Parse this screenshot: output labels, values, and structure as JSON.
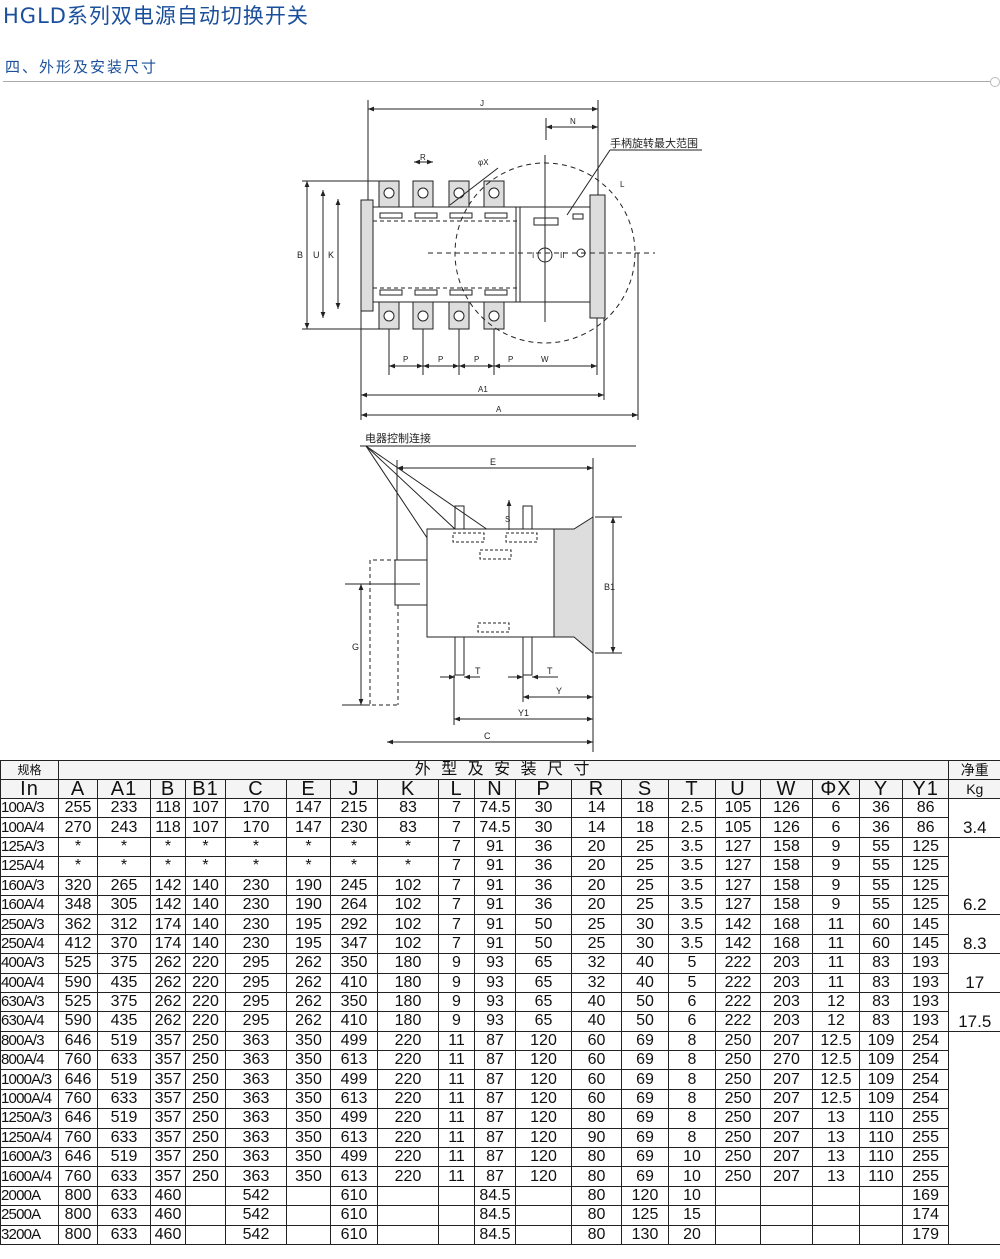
{
  "header": {
    "title": "HGLD系列双电源自动切换开关",
    "section": "四、外形及安装尺寸"
  },
  "drawing": {
    "top_view": {
      "J": "J",
      "N": "N",
      "R": "R",
      "phiX": "φX",
      "handle_label": "手柄旋转最大范围",
      "L": "L",
      "B": "B",
      "U": "U",
      "K": "K",
      "P": "P",
      "W": "W",
      "A1": "A1",
      "A": "A",
      "pos1": "I",
      "pos2": "II"
    },
    "side_view": {
      "control_label": "电器控制连接",
      "E": "E",
      "S": "S",
      "B1": "B1",
      "G": "G",
      "T": "T",
      "Y": "Y",
      "Y1": "Y1",
      "C": "C"
    }
  },
  "table": {
    "spec_label": "规格",
    "group_label": "外 型 及 安 装 尺 寸",
    "weight_label": "净重",
    "weight_unit": "Kg",
    "columns": [
      "In",
      "A",
      "A1",
      "B",
      "B1",
      "C",
      "E",
      "J",
      "K",
      "L",
      "N",
      "P",
      "R",
      "S",
      "T",
      "U",
      "W",
      "ΦX",
      "Y",
      "Y1"
    ],
    "rows": [
      [
        "100A/3",
        "255",
        "233",
        "118",
        "107",
        "170",
        "147",
        "215",
        "83",
        "7",
        "74.5",
        "30",
        "14",
        "18",
        "2.5",
        "105",
        "126",
        "6",
        "36",
        "86"
      ],
      [
        "100A/4",
        "270",
        "243",
        "118",
        "107",
        "170",
        "147",
        "230",
        "83",
        "7",
        "74.5",
        "30",
        "14",
        "18",
        "2.5",
        "105",
        "126",
        "6",
        "36",
        "86"
      ],
      [
        "125A/3",
        "*",
        "*",
        "*",
        "*",
        "*",
        "*",
        "*",
        "*",
        "7",
        "91",
        "36",
        "20",
        "25",
        "3.5",
        "127",
        "158",
        "9",
        "55",
        "125"
      ],
      [
        "125A/4",
        "*",
        "*",
        "*",
        "*",
        "*",
        "*",
        "*",
        "*",
        "7",
        "91",
        "36",
        "20",
        "25",
        "3.5",
        "127",
        "158",
        "9",
        "55",
        "125"
      ],
      [
        "160A/3",
        "320",
        "265",
        "142",
        "140",
        "230",
        "190",
        "245",
        "102",
        "7",
        "91",
        "36",
        "20",
        "25",
        "3.5",
        "127",
        "158",
        "9",
        "55",
        "125"
      ],
      [
        "160A/4",
        "348",
        "305",
        "142",
        "140",
        "230",
        "190",
        "264",
        "102",
        "7",
        "91",
        "36",
        "20",
        "25",
        "3.5",
        "127",
        "158",
        "9",
        "55",
        "125"
      ],
      [
        "250A/3",
        "362",
        "312",
        "174",
        "140",
        "230",
        "195",
        "292",
        "102",
        "7",
        "91",
        "50",
        "25",
        "30",
        "3.5",
        "142",
        "168",
        "11",
        "60",
        "145"
      ],
      [
        "250A/4",
        "412",
        "370",
        "174",
        "140",
        "230",
        "195",
        "347",
        "102",
        "7",
        "91",
        "50",
        "25",
        "30",
        "3.5",
        "142",
        "168",
        "11",
        "60",
        "145"
      ],
      [
        "400A/3",
        "525",
        "375",
        "262",
        "220",
        "295",
        "262",
        "350",
        "180",
        "9",
        "93",
        "65",
        "32",
        "40",
        "5",
        "222",
        "203",
        "11",
        "83",
        "193"
      ],
      [
        "400A/4",
        "590",
        "435",
        "262",
        "220",
        "295",
        "262",
        "410",
        "180",
        "9",
        "93",
        "65",
        "32",
        "40",
        "5",
        "222",
        "203",
        "11",
        "83",
        "193"
      ],
      [
        "630A/3",
        "525",
        "375",
        "262",
        "220",
        "295",
        "262",
        "350",
        "180",
        "9",
        "93",
        "65",
        "40",
        "50",
        "6",
        "222",
        "203",
        "12",
        "83",
        "193"
      ],
      [
        "630A/4",
        "590",
        "435",
        "262",
        "220",
        "295",
        "262",
        "410",
        "180",
        "9",
        "93",
        "65",
        "40",
        "50",
        "6",
        "222",
        "203",
        "12",
        "83",
        "193"
      ],
      [
        "800A/3",
        "646",
        "519",
        "357",
        "250",
        "363",
        "350",
        "499",
        "220",
        "11",
        "87",
        "120",
        "60",
        "69",
        "8",
        "250",
        "207",
        "12.5",
        "109",
        "254"
      ],
      [
        "800A/4",
        "760",
        "633",
        "357",
        "250",
        "363",
        "350",
        "613",
        "220",
        "11",
        "87",
        "120",
        "60",
        "69",
        "8",
        "250",
        "270",
        "12.5",
        "109",
        "254"
      ],
      [
        "1000A/3",
        "646",
        "519",
        "357",
        "250",
        "363",
        "350",
        "499",
        "220",
        "11",
        "87",
        "120",
        "60",
        "69",
        "8",
        "250",
        "207",
        "12.5",
        "109",
        "254"
      ],
      [
        "1000A/4",
        "760",
        "633",
        "357",
        "250",
        "363",
        "350",
        "613",
        "220",
        "11",
        "87",
        "120",
        "60",
        "69",
        "8",
        "250",
        "207",
        "12.5",
        "109",
        "254"
      ],
      [
        "1250A/3",
        "646",
        "519",
        "357",
        "250",
        "363",
        "350",
        "499",
        "220",
        "11",
        "87",
        "120",
        "80",
        "69",
        "8",
        "250",
        "207",
        "13",
        "110",
        "255"
      ],
      [
        "1250A/4",
        "760",
        "633",
        "357",
        "250",
        "363",
        "350",
        "613",
        "220",
        "11",
        "87",
        "120",
        "90",
        "69",
        "8",
        "250",
        "207",
        "13",
        "110",
        "255"
      ],
      [
        "1600A/3",
        "646",
        "519",
        "357",
        "250",
        "363",
        "350",
        "499",
        "220",
        "11",
        "87",
        "120",
        "80",
        "69",
        "10",
        "250",
        "207",
        "13",
        "110",
        "255"
      ],
      [
        "1600A/4",
        "760",
        "633",
        "357",
        "250",
        "363",
        "350",
        "613",
        "220",
        "11",
        "87",
        "120",
        "80",
        "69",
        "10",
        "250",
        "207",
        "13",
        "110",
        "255"
      ],
      [
        "2000A",
        "800",
        "633",
        "460",
        "",
        "542",
        "",
        "610",
        "",
        "",
        "84.5",
        "",
        "80",
        "120",
        "10",
        "",
        "",
        "",
        "",
        "169"
      ],
      [
        "2500A",
        "800",
        "633",
        "460",
        "",
        "542",
        "",
        "610",
        "",
        "",
        "84.5",
        "",
        "80",
        "125",
        "15",
        "",
        "",
        "",
        "",
        "174"
      ],
      [
        "3200A",
        "800",
        "633",
        "460",
        "",
        "542",
        "",
        "610",
        "",
        "",
        "84.5",
        "",
        "80",
        "130",
        "20",
        "",
        "",
        "",
        "",
        "179"
      ]
    ],
    "weights": [
      {
        "rows": 2,
        "value": "3.4"
      },
      {
        "rows": 4,
        "value": "6.2"
      },
      {
        "rows": 2,
        "value": "8.3"
      },
      {
        "rows": 2,
        "value": "17"
      },
      {
        "rows": 2,
        "value": "17.5"
      },
      {
        "rows": 11,
        "value": ""
      }
    ]
  }
}
